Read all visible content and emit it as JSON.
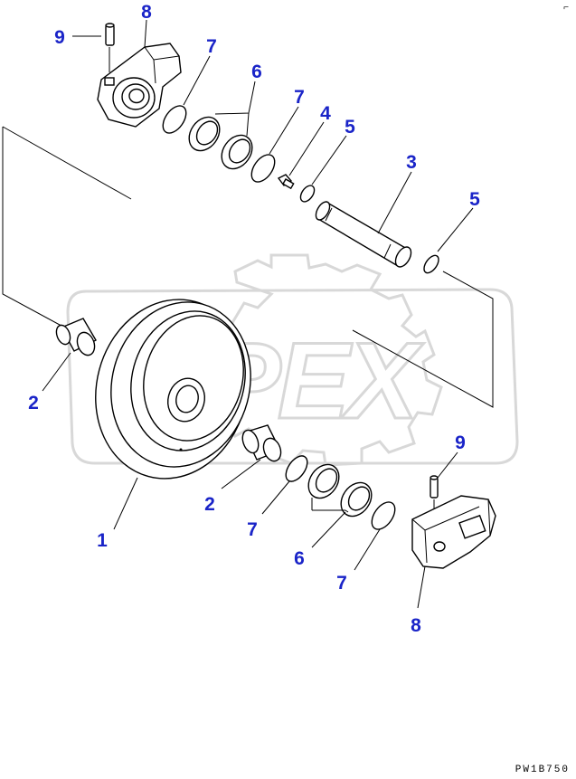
{
  "figure": {
    "drawing_code": "PW1B750",
    "corner_mark": "⌐",
    "watermark_text": "OPEX"
  },
  "callouts": [
    {
      "id": "c1",
      "label": "1"
    },
    {
      "id": "c2a",
      "label": "2"
    },
    {
      "id": "c2b",
      "label": "2"
    },
    {
      "id": "c3",
      "label": "3"
    },
    {
      "id": "c4",
      "label": "4"
    },
    {
      "id": "c5a",
      "label": "5"
    },
    {
      "id": "c5b",
      "label": "5"
    },
    {
      "id": "c6a",
      "label": "6"
    },
    {
      "id": "c6b",
      "label": "6"
    },
    {
      "id": "c7a",
      "label": "7"
    },
    {
      "id": "c7b",
      "label": "7"
    },
    {
      "id": "c7c",
      "label": "7"
    },
    {
      "id": "c7d",
      "label": "7"
    },
    {
      "id": "c8a",
      "label": "8"
    },
    {
      "id": "c8b",
      "label": "8"
    },
    {
      "id": "c9a",
      "label": "9"
    },
    {
      "id": "c9b",
      "label": "9"
    }
  ],
  "colors": {
    "callout": "#1a24c8",
    "line": "#000000",
    "watermark": "#d8d8d8"
  }
}
